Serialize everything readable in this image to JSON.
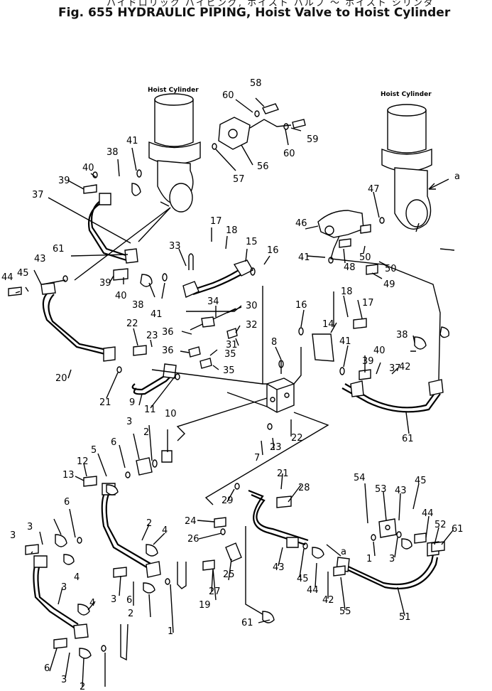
{
  "header": {
    "japanese_title": "ハイドロリック パイピング, ホイスト バルブ ～ ホイスト シリンダ",
    "figure_title": "Fig. 655   HYDRAULIC PIPING, Hoist Valve to Hoist Cylinder"
  },
  "captions": {
    "cylinder_left": "Hoist Cylinder",
    "cylinder_right": "Hoist Cylinder",
    "ref_a_top": "a",
    "ref_a_bottom": "a"
  },
  "part_labels": [
    "58",
    "60",
    "59",
    "60",
    "57",
    "56",
    "41",
    "38",
    "40",
    "39",
    "37",
    "47",
    "46",
    "41",
    "48",
    "50",
    "50",
    "49",
    "17",
    "18",
    "15",
    "16",
    "33",
    "61",
    "43",
    "45",
    "44",
    "39",
    "40",
    "38",
    "41",
    "34",
    "30",
    "36",
    "32",
    "31",
    "36",
    "35",
    "35",
    "22",
    "23",
    "14",
    "18",
    "17",
    "16",
    "8",
    "41",
    "38",
    "40",
    "39",
    "37",
    "42",
    "61",
    "20",
    "21",
    "9",
    "11",
    "10",
    "2",
    "3",
    "6",
    "5",
    "12",
    "13",
    "7",
    "23",
    "22",
    "21",
    "28",
    "29",
    "24",
    "26",
    "25",
    "27",
    "19",
    "61",
    "43",
    "45",
    "44",
    "42",
    "55",
    "51",
    "54",
    "53",
    "43",
    "45",
    "44",
    "52",
    "61",
    "1",
    "3",
    "2",
    "4",
    "6",
    "3",
    "3",
    "4",
    "6",
    "3",
    "2",
    "1",
    "3",
    "4",
    "6",
    "3",
    "2"
  ]
}
